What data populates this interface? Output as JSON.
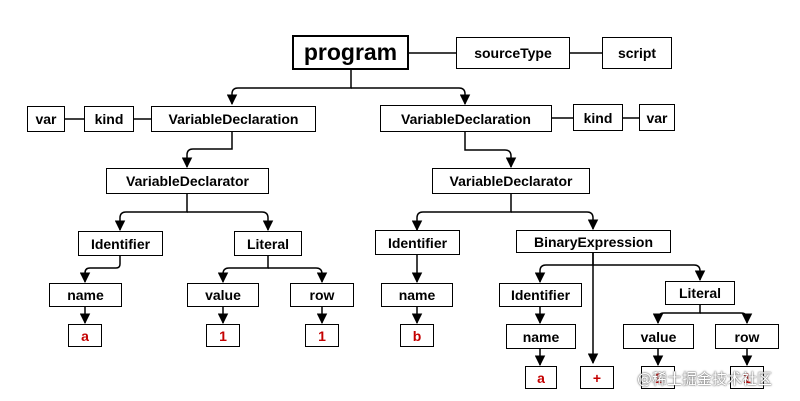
{
  "program": "program",
  "top": {
    "source_type": "sourceType",
    "script": "script"
  },
  "left_decl": {
    "var": "var",
    "kind": "kind",
    "declaration": "VariableDeclaration",
    "declarator": "VariableDeclarator",
    "identifier": "Identifier",
    "literal": "Literal",
    "name": "name",
    "value": "value",
    "row": "row",
    "name_val": "a",
    "value_val": "1",
    "row_val": "1"
  },
  "right_decl": {
    "declaration": "VariableDeclaration",
    "kind": "kind",
    "var": "var",
    "declarator": "VariableDeclarator",
    "identifier": "Identifier",
    "binary": "BinaryExpression",
    "name": "name",
    "name_val": "b",
    "inner_identifier": "Identifier",
    "inner_name": "name",
    "inner_name_val": "a",
    "operator": "+",
    "inner_literal": "Literal",
    "inner_value": "value",
    "inner_row": "row",
    "inner_value_val": "1",
    "inner_row_val": "1"
  },
  "watermark": "@稀土掘金技术社区"
}
